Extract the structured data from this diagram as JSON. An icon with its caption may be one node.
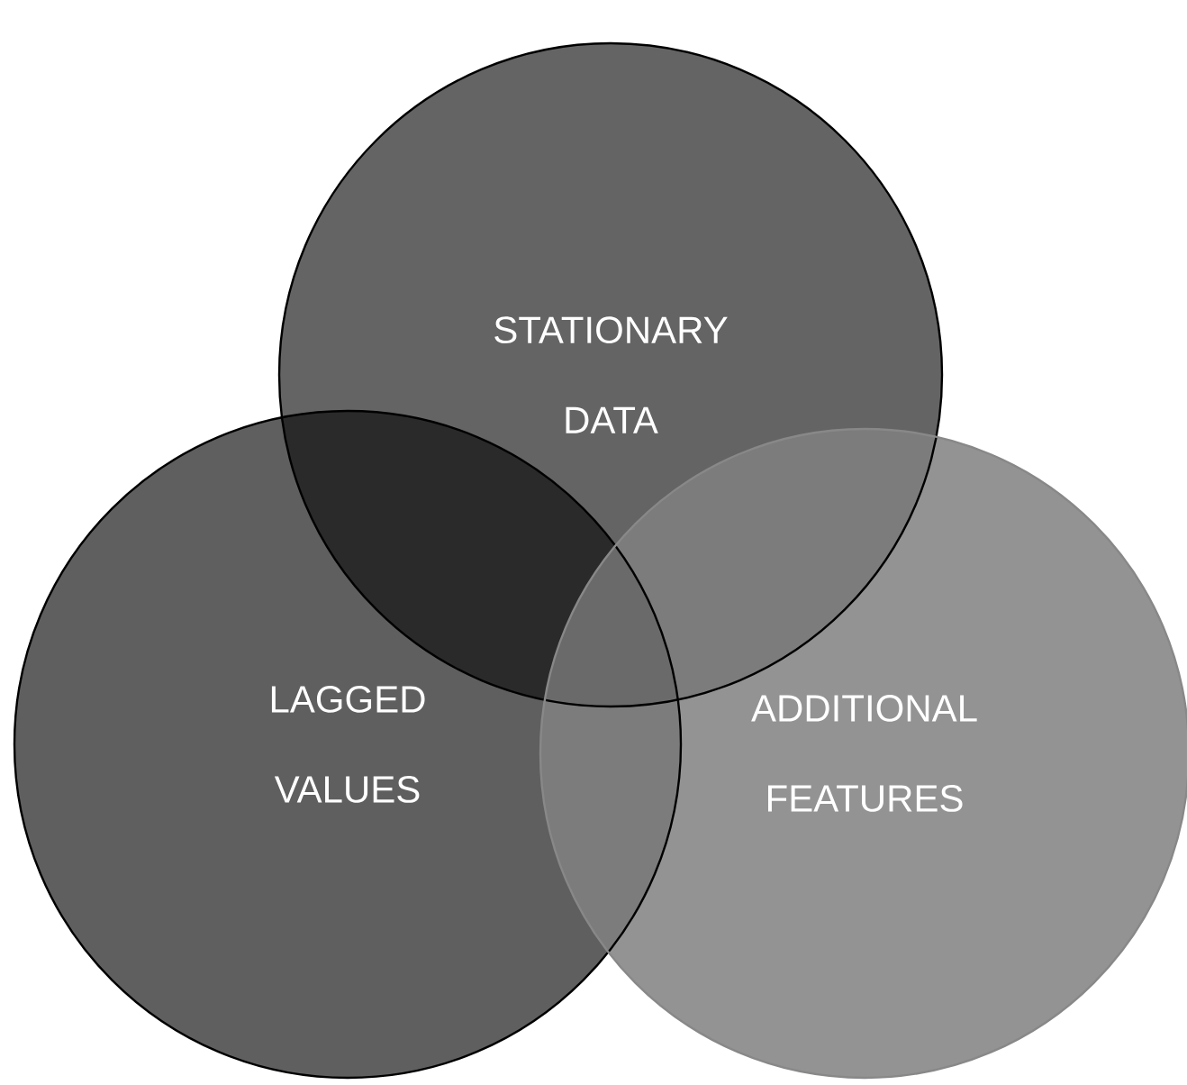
{
  "diagram": {
    "nodes": [
      {
        "text": [
          "STATIONARY DATA"
        ]
      },
      {
        "text": [
          "LAGGED VALUES"
        ]
      },
      {
        "text": [
          "ADDITIONAL FEATURES"
        ]
      }
    ]
  }
}
